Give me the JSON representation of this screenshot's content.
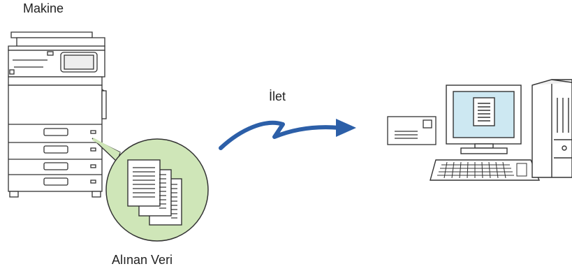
{
  "labels": {
    "machine": "Makine",
    "forward": "İlet",
    "received_data": "Alınan Veri"
  },
  "colors": {
    "arrow": "#2c5fa8",
    "bubble_fill": "#cfe6b8",
    "screen_fill": "#cde8f2",
    "outline": "#333333"
  },
  "icons": [
    "printer-icon",
    "documents-icon",
    "envelope-icon",
    "computer-icon"
  ]
}
